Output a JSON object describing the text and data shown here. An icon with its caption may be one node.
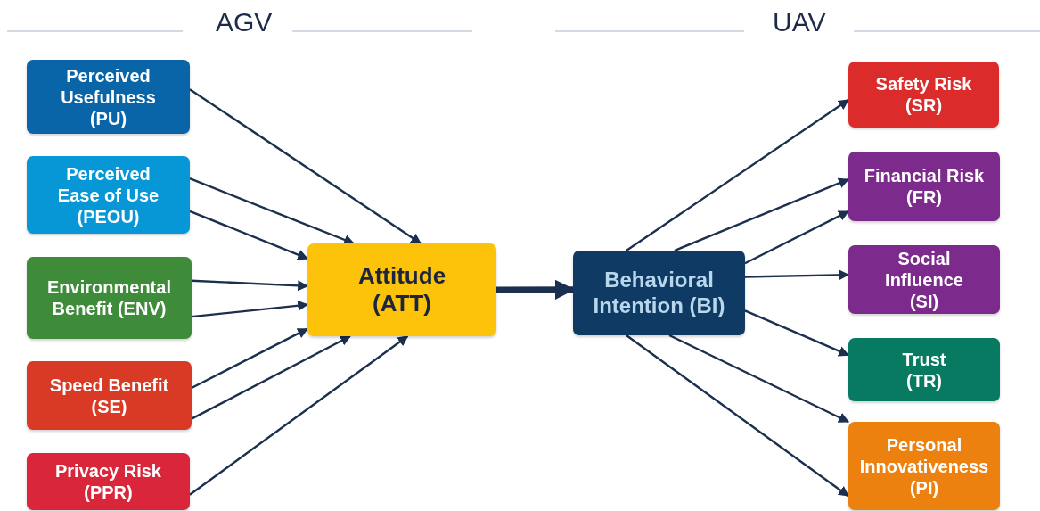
{
  "diagram": {
    "nodes": [
      {
        "text": [
          "Perceived Usefulness (PU)"
        ]
      },
      {
        "text": [
          "Perceived Ease of Use (PEOU)"
        ]
      },
      {
        "text": [
          "Environmental Benefit (ENV)"
        ]
      },
      {
        "text": [
          "Speed Benefit (SE)"
        ]
      },
      {
        "text": [
          "Privacy Risk (PPR)"
        ]
      },
      {
        "text": [
          "Attitude (ATT)"
        ]
      },
      {
        "text": [
          "Behavioral Intention (BI)"
        ]
      },
      {
        "text": [
          "Safety Risk (SR)"
        ]
      },
      {
        "text": [
          "Financial Risk (FR)"
        ]
      },
      {
        "text": [
          "Social Influence (SI)"
        ]
      },
      {
        "text": [
          "Trust (TR)"
        ]
      },
      {
        "text": [
          "Personal Innovativeness (PI)"
        ]
      }
    ],
    "edges": [
      {
        "from": 0,
        "to": 5,
        "arrow": "to"
      },
      {
        "from": 1,
        "to": 5,
        "arrow": "to"
      },
      {
        "from": 1,
        "to": 5,
        "arrow": "to"
      },
      {
        "from": 2,
        "to": 5,
        "arrow": "to"
      },
      {
        "from": 2,
        "to": 5,
        "arrow": "to"
      },
      {
        "from": 3,
        "to": 5,
        "arrow": "to"
      },
      {
        "from": 3,
        "to": 5,
        "arrow": "to"
      },
      {
        "from": 4,
        "to": 5,
        "arrow": "to"
      },
      {
        "from": 5,
        "to": 6,
        "arrow": "to",
        "style": "thick"
      },
      {
        "from": 6,
        "to": 7,
        "arrow": "to"
      },
      {
        "from": 6,
        "to": 8,
        "arrow": "to"
      },
      {
        "from": 6,
        "to": 8,
        "arrow": "to"
      },
      {
        "from": 6,
        "to": 9,
        "arrow": "to"
      },
      {
        "from": 6,
        "to": 10,
        "arrow": "to"
      },
      {
        "from": 6,
        "to": 11,
        "arrow": "to"
      },
      {
        "from": 6,
        "to": 11,
        "arrow": "to"
      }
    ],
    "labels": [
      "AGV",
      "UAV"
    ]
  }
}
